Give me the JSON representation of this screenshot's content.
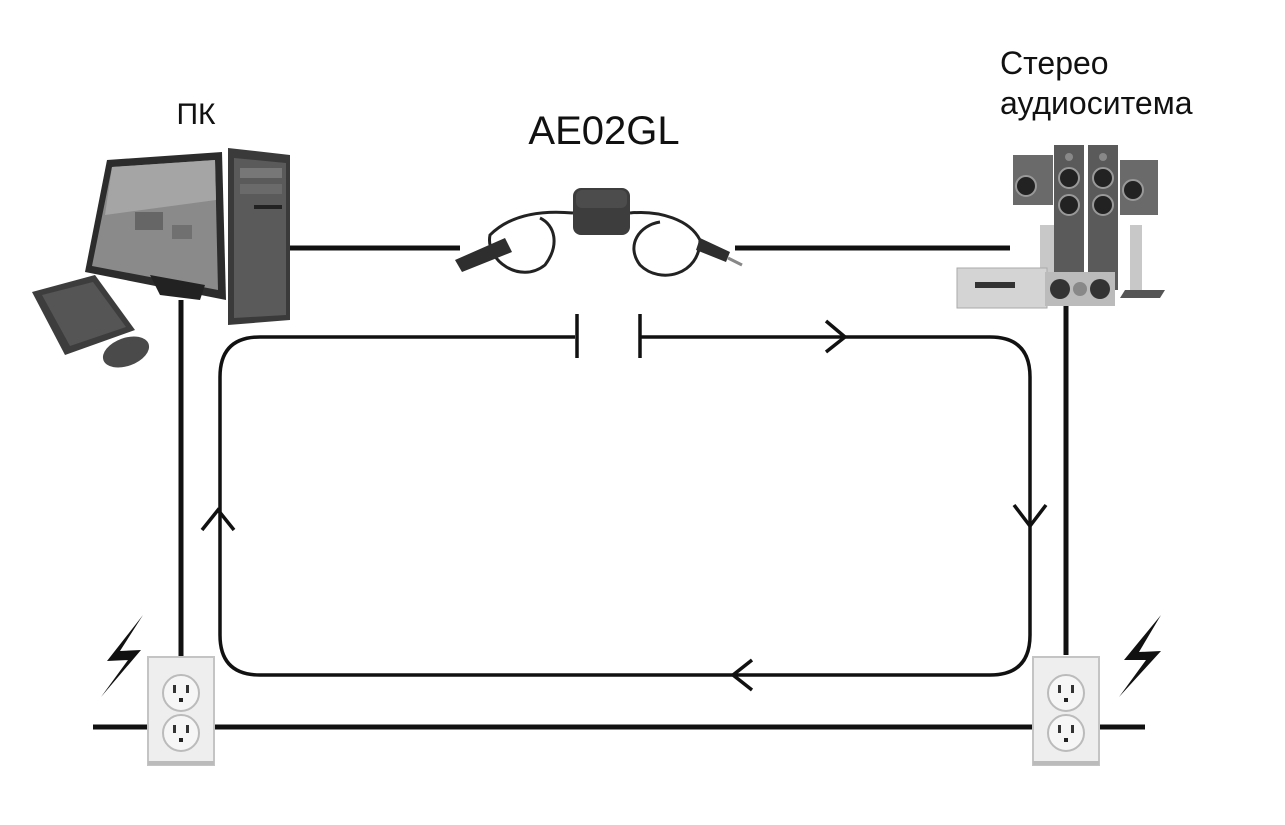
{
  "title": "Ground loop isolation diagram",
  "labels": {
    "pc": "ПК",
    "isolator": "AE02GL",
    "stereo_line1": "Стерео",
    "stereo_line2": "аудиоситема"
  },
  "components": [
    {
      "id": "pc",
      "icon": "desktop-computer-icon"
    },
    {
      "id": "isolator",
      "icon": "ground-loop-isolator-icon"
    },
    {
      "id": "stereo",
      "icon": "speaker-system-icon"
    },
    {
      "id": "outlet-left",
      "icon": "power-outlet-icon"
    },
    {
      "id": "outlet-right",
      "icon": "power-outlet-icon"
    },
    {
      "id": "bolt-left",
      "icon": "lightning-bolt-icon"
    },
    {
      "id": "bolt-right",
      "icon": "lightning-bolt-icon"
    }
  ],
  "loop": {
    "direction": "clockwise",
    "break_symbol": "capacitor-gap",
    "arrows": [
      "right",
      "down",
      "left",
      "up"
    ]
  },
  "colors": {
    "line": "#111111",
    "background": "#ffffff"
  }
}
